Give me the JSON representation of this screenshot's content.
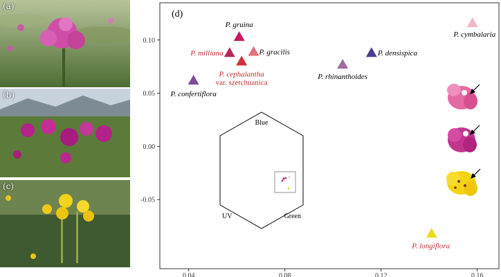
{
  "photos": [
    {
      "tag": "(a)"
    },
    {
      "tag": "(b)"
    },
    {
      "tag": "(c)"
    }
  ],
  "chart_data": {
    "type": "scatter",
    "panel_label": "(d)",
    "xticks": [
      "0.04",
      "0.08",
      "0.12",
      "0.16"
    ],
    "yticks": [
      "0.10",
      "0.05",
      "0.00",
      "-0.05"
    ],
    "xlim": [
      0.028,
      0.169
    ],
    "ylim": [
      -0.115,
      0.135
    ],
    "points": [
      {
        "name_lines": [
          "P. gruina"
        ],
        "x": 0.061,
        "y": 0.103,
        "color": "#c9185f",
        "label_color": "#000000"
      },
      {
        "name_lines": [
          "P. gracilis"
        ],
        "x": 0.067,
        "y": 0.089,
        "color": "#e56f7e",
        "label_color": "#000000"
      },
      {
        "name_lines": [
          "P. milliana"
        ],
        "x": 0.057,
        "y": 0.088,
        "color": "#b22a60",
        "label_color": "#c0282d"
      },
      {
        "name_lines": [
          "P. cephalantha",
          "var. szetchuanica"
        ],
        "x": 0.062,
        "y": 0.08,
        "color": "#d32e36",
        "label_color": "#c0282d"
      },
      {
        "name_lines": [
          "P. confertiflora"
        ],
        "x": 0.042,
        "y": 0.062,
        "color": "#7a4d98",
        "label_color": "#000000"
      },
      {
        "name_lines": [
          "P. densispica"
        ],
        "x": 0.116,
        "y": 0.088,
        "color": "#4a3d8f",
        "label_color": "#000000"
      },
      {
        "name_lines": [
          "P. rhinanthoides"
        ],
        "x": 0.104,
        "y": 0.077,
        "color": "#9d6b9e",
        "label_color": "#000000"
      },
      {
        "name_lines": [
          "P. cymbalaria"
        ],
        "x": 0.158,
        "y": 0.116,
        "color": "#f2b7c6",
        "label_color": "#000000"
      },
      {
        "name_lines": [
          "P. longiflora"
        ],
        "x": 0.141,
        "y": -0.082,
        "color": "#e6dc1f",
        "label_color": "#c0282d"
      }
    ],
    "hexagon_labels": {
      "top": "Blue",
      "left": "UV",
      "right": "Green"
    }
  }
}
